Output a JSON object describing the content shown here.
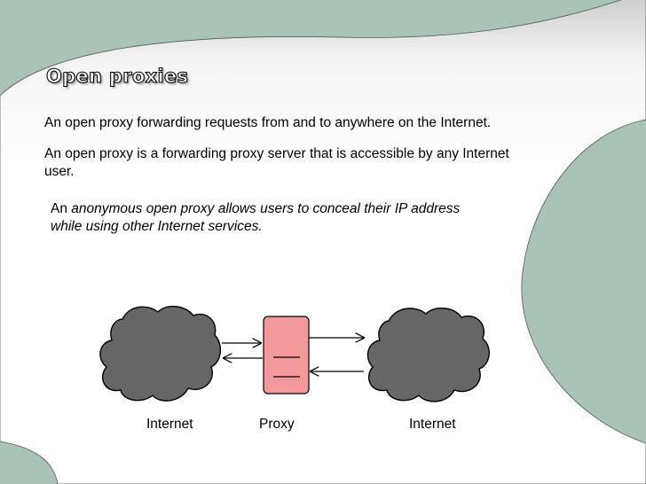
{
  "slide": {
    "title": "Open proxies",
    "paragraph_1": "An open proxy forwarding requests from and to anywhere on the Internet.",
    "paragraph_2": "An open proxy is a forwarding proxy server that is accessible by any Internet user.",
    "paragraph_3_plain": "An ",
    "paragraph_3_italic": "anonymous open proxy allows users to conceal their IP address while using other Internet services."
  },
  "diagram": {
    "left_cloud_label": "Internet",
    "proxy_label": "Proxy",
    "right_cloud_label": "Internet"
  },
  "colors": {
    "background": "#a8c4b5",
    "panel": "#ffffff",
    "cloud": "#666666",
    "proxy_box": "#f4999b"
  }
}
